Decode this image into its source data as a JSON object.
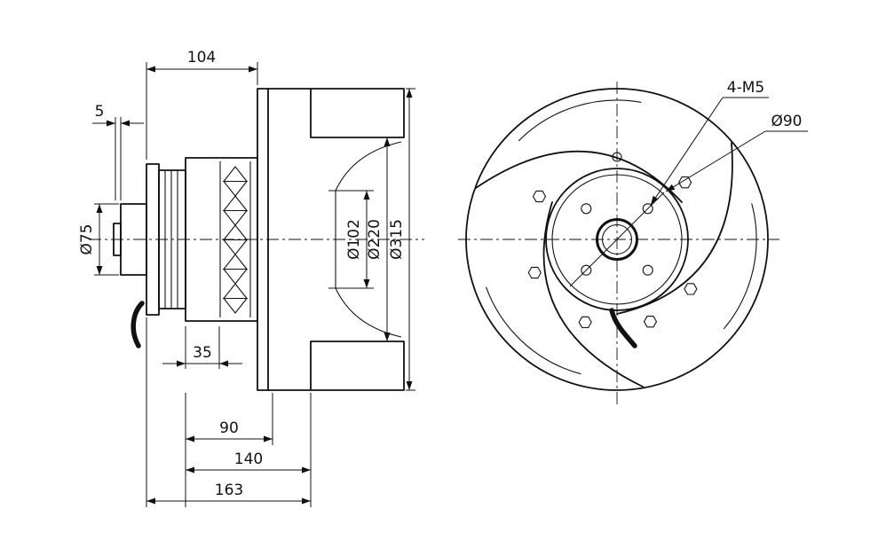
{
  "drawing": {
    "background": "#ffffff",
    "line_color": "#111111",
    "side_view": {
      "dims": {
        "motor_length": "104",
        "step": "5",
        "boss_diameter": "Ø75",
        "hub_depth": "35",
        "depth_90": "90",
        "depth_140": "140",
        "depth_163": "163",
        "inlet_diameter": "Ø102",
        "shroud_diameter": "Ø220",
        "impeller_diameter": "Ø315"
      }
    },
    "front_view": {
      "labels": {
        "mounting_holes": "4-M5",
        "bolt_circle_diameter": "Ø90"
      }
    }
  }
}
